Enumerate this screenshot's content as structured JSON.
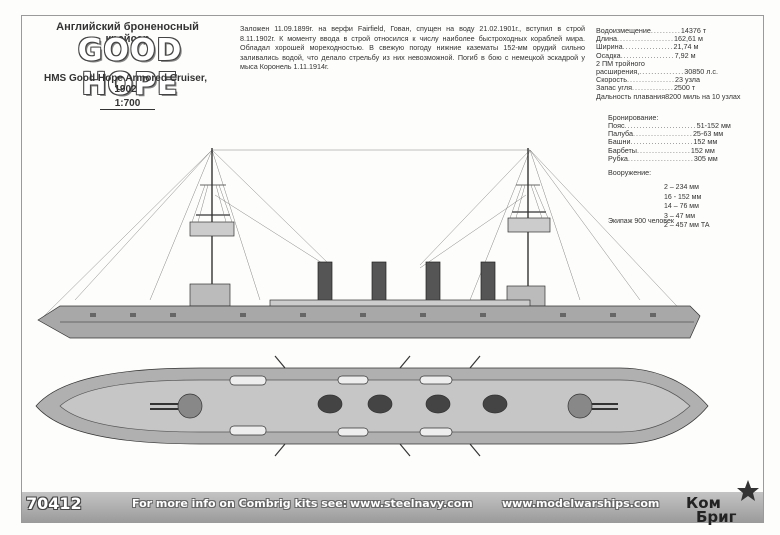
{
  "header": {
    "title_ru": "Английский броненосный крейсер",
    "ship_name": "GOOD HOPE",
    "subtitle_en": "HMS Good Hope Armored Cruiser, 1902",
    "scale": "1:700"
  },
  "description": "Заложен 11.09.1899г. на верфи Fairfield, Гован, спущен на воду 21.02.1901г., вступил в строй 8.11.1902г. К моменту ввода в строй относился к числу наиболее быстроходных кораблей мира. Обладал хорошей мореходностью. В свежую погоду нижние казематы 152-мм орудий сильно заливались водой, что делало стрельбу из них невозможной. Погиб в бою с немецкой эскадрой у мыса Коронель 1.11.1914г.",
  "specs": [
    {
      "label": "Водоизмещение",
      "dots": "..........",
      "value": "14376 т"
    },
    {
      "label": "Длина",
      "dots": "...................",
      "value": "162,61 м"
    },
    {
      "label": "Ширина",
      "dots": ".................",
      "value": "21,74 м"
    },
    {
      "label": "Осадка",
      "dots": "..................",
      "value": "7,92 м"
    },
    {
      "label": "2 ПМ тройного",
      "dots": "",
      "value": ""
    },
    {
      "label": "расширения,",
      "dots": "...............",
      "value": "30850 л.с."
    },
    {
      "label": "Скорость",
      "dots": "................",
      "value": "23 узла"
    },
    {
      "label": "Запас угля",
      "dots": "..............",
      "value": "2500 т"
    },
    {
      "label": "Дальность плавания",
      "dots": "",
      "value": "8200 миль на 10 узлах"
    }
  ],
  "armour_heading": "Бронирование:",
  "armour": [
    {
      "label": "Пояс",
      "dots": "........................",
      "value": "51-152 мм"
    },
    {
      "label": "Палуба",
      "dots": "....................",
      "value": "25-63 мм"
    },
    {
      "label": "Башни",
      "dots": ".....................",
      "value": "152 мм"
    },
    {
      "label": "Барбеты",
      "dots": "..................",
      "value": "152 мм"
    },
    {
      "label": "Рубка",
      "dots": "......................",
      "value": "305 мм"
    }
  ],
  "armament_heading": "Вооружение:",
  "armament": [
    "2 – 234 мм",
    "16 - 152 мм",
    "14 – 76 мм",
    "3 – 47 мм",
    "2 – 457 мм ТА"
  ],
  "crew": "Экипаж 900 человек",
  "footer": {
    "code": "70412",
    "more_info": "For more info on Combrig kits see:",
    "site1": "www.steelnavy.com",
    "site2": "www.modelwarships.com",
    "logo_top": "Ком",
    "logo_bottom": "Бриг"
  }
}
